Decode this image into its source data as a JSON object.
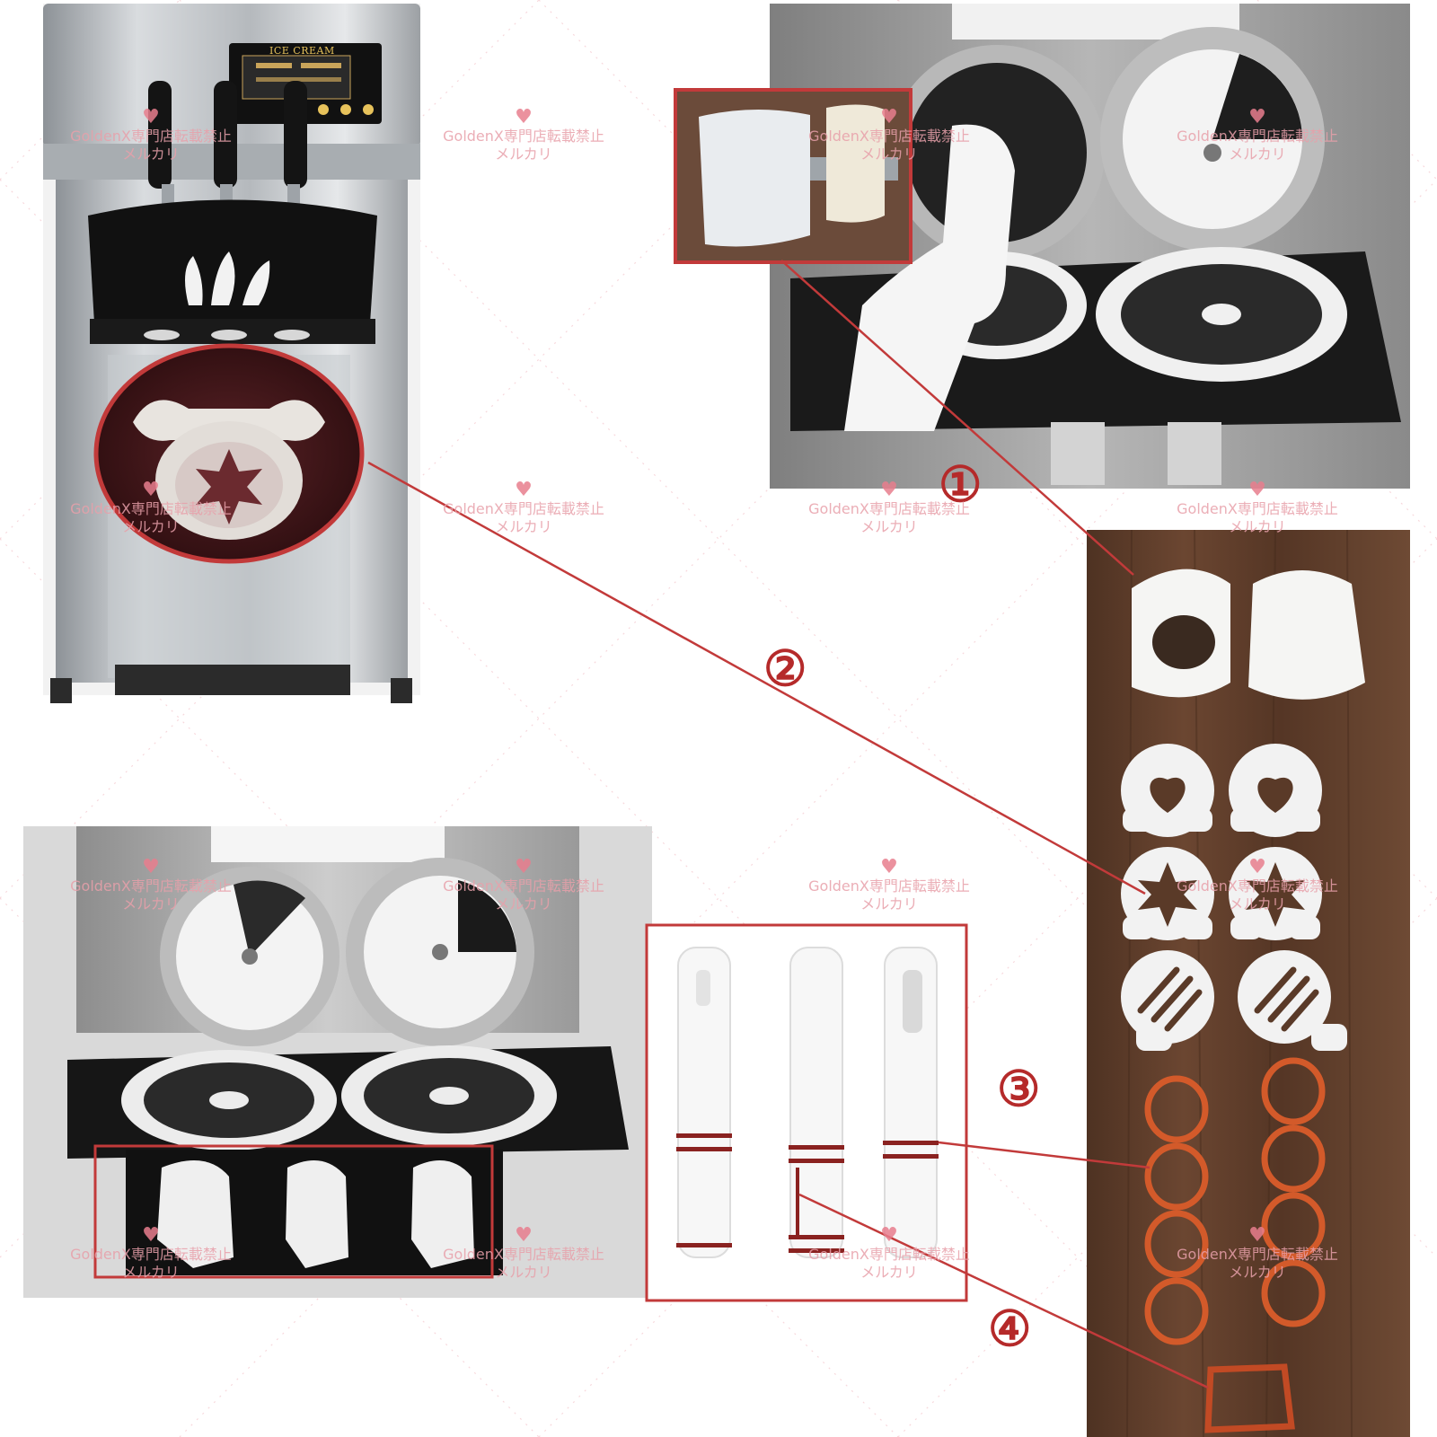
{
  "machine_display_label": "ICE CREAM",
  "watermark": {
    "line1": "GoldenX専門店転載禁止",
    "line2": "メルカリ"
  },
  "callouts": [
    "①",
    "②",
    "③",
    "④"
  ],
  "colors": {
    "callout_red": "#b52a2a",
    "watermark_pink": "#e8a0aa",
    "gasket_white": "#f4f4f4",
    "oring_orange": "#d35a2a",
    "wood": "#5a3a28"
  }
}
